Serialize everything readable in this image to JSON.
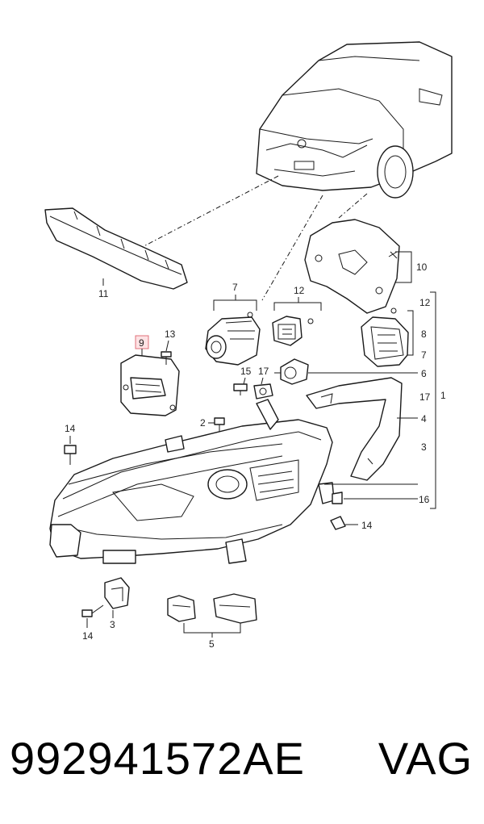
{
  "callouts": {
    "c1": "1",
    "c2": "2",
    "c3a": "3",
    "c3b": "3",
    "c4": "4",
    "c5": "5",
    "c6": "6",
    "c7a": "7",
    "c7b": "7",
    "c8": "8",
    "c9": "9",
    "c10": "10",
    "c11": "11",
    "c12a": "12",
    "c12b": "12",
    "c13": "13",
    "c14a": "14",
    "c14b": "14",
    "c14c": "14",
    "c15": "15",
    "c16": "16",
    "c17a": "17",
    "c17b": "17"
  },
  "footer": {
    "part_number": "992941572AE",
    "brand": "VAG"
  },
  "colors": {
    "highlight_fill": "#fde2e4",
    "highlight_stroke": "#e0707a",
    "line": "#1a1a1a"
  }
}
